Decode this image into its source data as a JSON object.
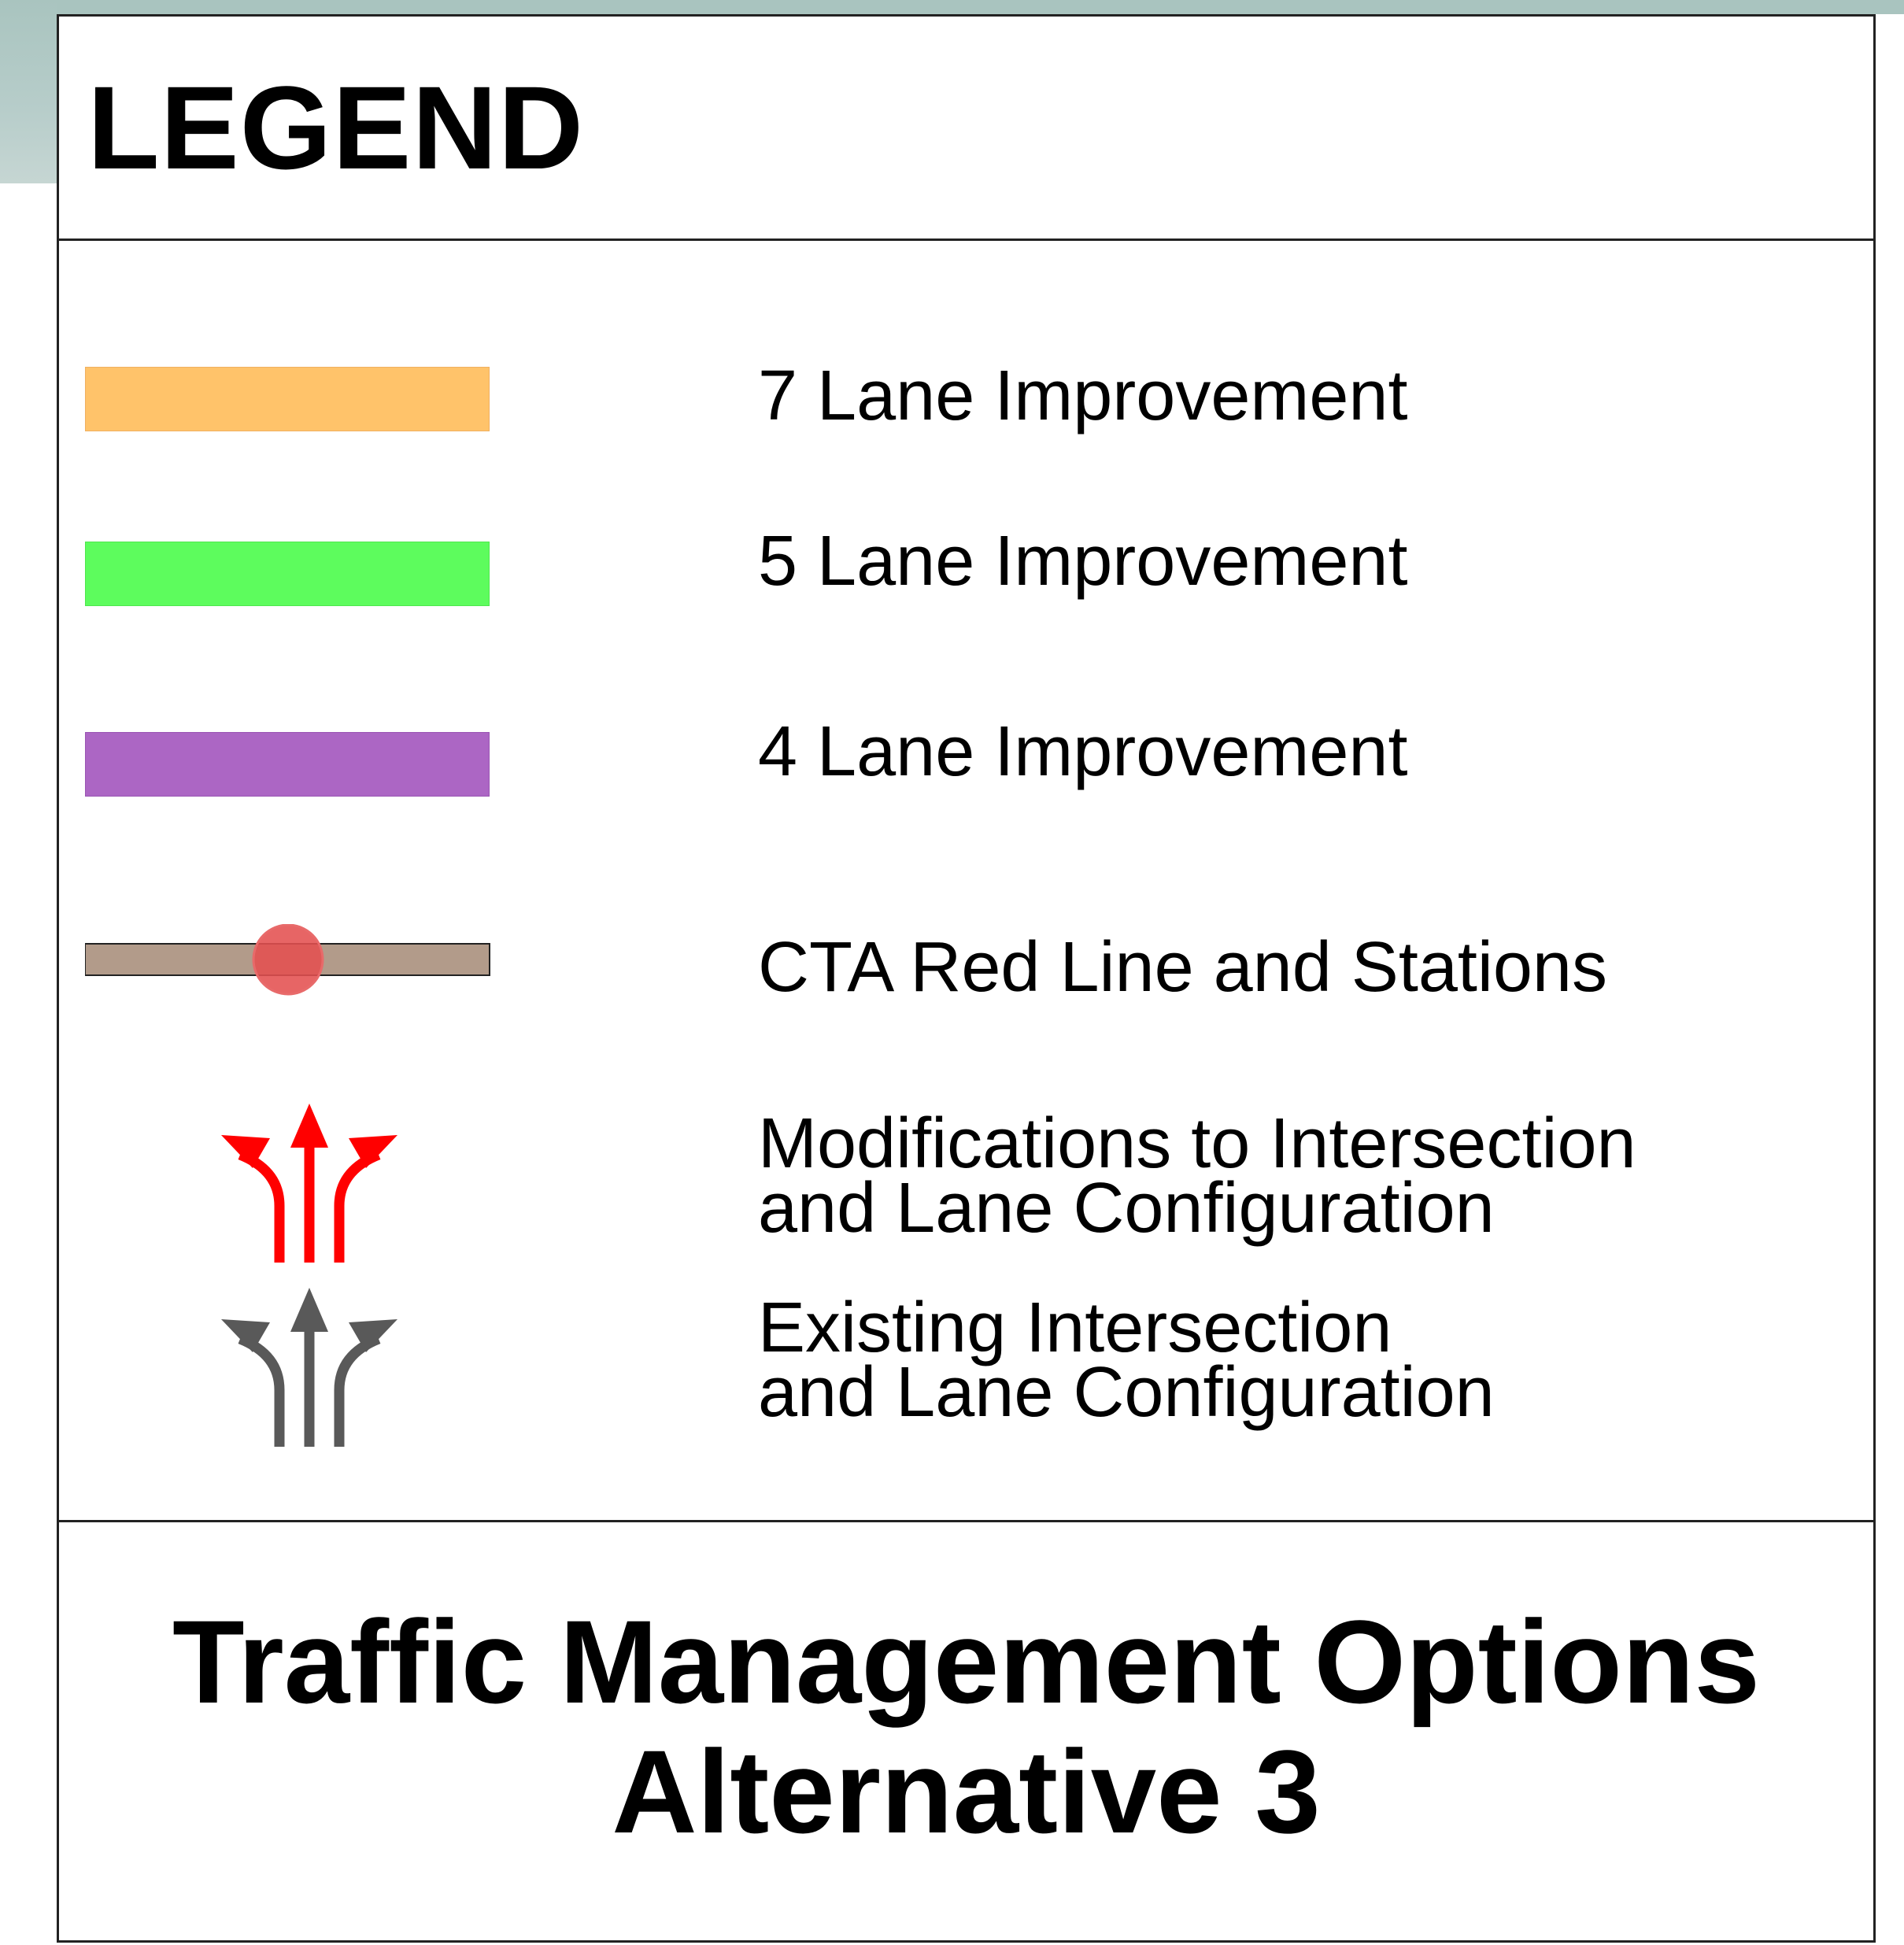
{
  "legend": {
    "heading": "LEGEND",
    "items": [
      {
        "label": "7 Lane Improvement",
        "symbol": "swatch",
        "color": "#ffc36a",
        "border": "#f0b060"
      },
      {
        "label": "5 Lane Improvement",
        "symbol": "swatch",
        "color": "#5dfc5d",
        "border": "#4ee64e"
      },
      {
        "label": "4 Lane Improvement",
        "symbol": "swatch",
        "color": "#ac66c4",
        "border": "#9a55b3"
      },
      {
        "label": "CTA Red Line and Stations",
        "symbol": "rail-line-with-station",
        "color": "#b29b8a",
        "station_color": "#e45050"
      },
      {
        "label_line1": "Modifications to Intersection",
        "label_line2": "and Lane Configuration",
        "symbol": "lane-arrows-icon",
        "color": "#ff0000"
      },
      {
        "label_line1": "Existing Intersection",
        "label_line2": "and Lane Configuration",
        "symbol": "lane-arrows-icon",
        "color": "#595959"
      }
    ]
  },
  "title": {
    "line1": "Traffic Management Options",
    "line2": "Alternative 3"
  }
}
